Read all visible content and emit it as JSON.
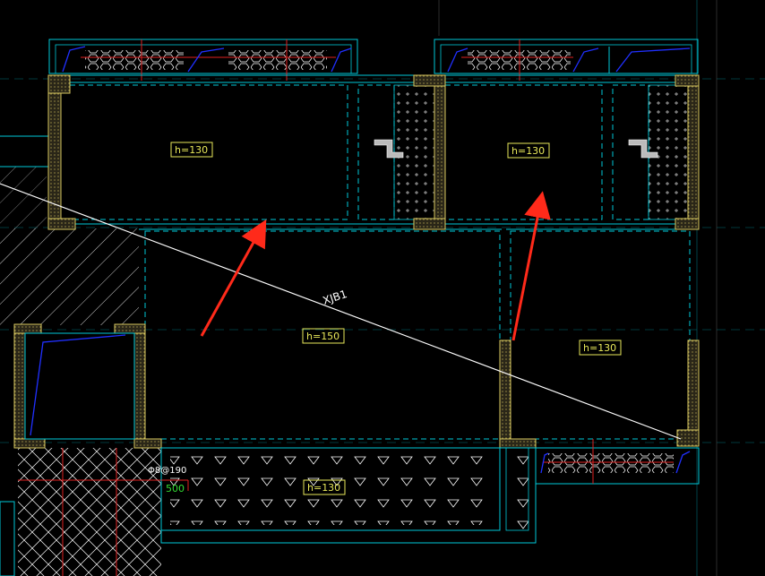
{
  "drawing": {
    "colors": {
      "background": "#000000",
      "cyan": "#00c8d8",
      "wall_yellow": "#d8c860",
      "wall_fill": "#3a3520",
      "blue": "#2030ff",
      "red": "#e02020",
      "white": "#ffffff",
      "green": "#33dd33",
      "arrow": "#ff2a1a"
    },
    "slab_labels": [
      {
        "id": "slab-top-left",
        "text": "h=130"
      },
      {
        "id": "slab-top-right",
        "text": "h=130"
      },
      {
        "id": "slab-center",
        "text": "h=150"
      },
      {
        "id": "slab-right",
        "text": "h=130"
      },
      {
        "id": "slab-bottom",
        "text": "h=130"
      }
    ],
    "section_label": "XJB1",
    "rebar_label": "Φ8@190",
    "dimension_label": "500"
  }
}
